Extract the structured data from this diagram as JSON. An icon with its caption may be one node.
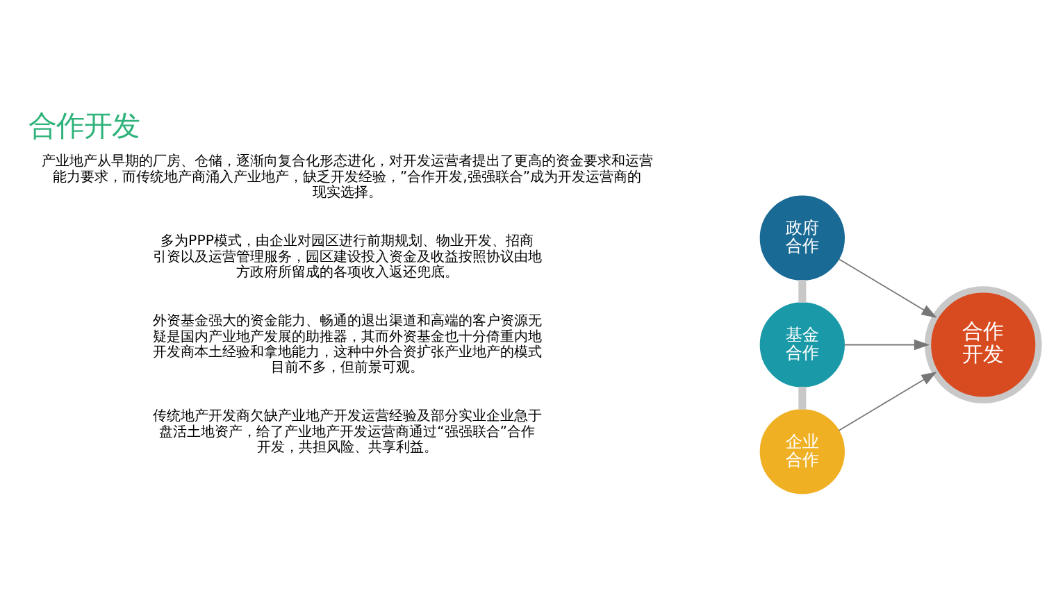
{
  "diagram": {
    "title": "合作开发",
    "nodes": [
      {
        "text": [
          "政府合作"
        ]
      },
      {
        "text": [
          "基金合作"
        ]
      },
      {
        "text": [
          "企业合作"
        ]
      },
      {
        "text": [
          "合作开发"
        ]
      }
    ],
    "edges": [
      {
        "from": 0,
        "to": 3,
        "arrow": "to"
      },
      {
        "from": 1,
        "to": 3,
        "arrow": "to"
      },
      {
        "from": 2,
        "to": 3,
        "arrow": "to"
      },
      {
        "from": 0,
        "to": 1,
        "arrow": "none",
        "style": "thick",
        "color": "#c8c8c8"
      },
      {
        "from": 1,
        "to": 2,
        "arrow": "none",
        "style": "thick",
        "color": "#c8c8c8"
      }
    ],
    "labels": [
      "产业地产从早期的厂房、仓储，逐渐向复合化形态进化，对开发运营者提出了更高的资金要求和运营能力要求，而传统地产商涌入产业地产，缺乏开发经验，”合作开发,强强联合”成为开发运营商的现实选择。",
      "多为PPP模式，由企业对园区进行前期规划、物业开发、招商引资以及运营管理服务，园区建设投入资金及收益按照协议由地方政府所留成的各项收入返还兜底。",
      "外资基金强大的资金能力、畅通的退出渠道和高端的客户资源无疑是国内产业地产发展的助推器，其而外资基金也十分倚重内地开发商本土经验和拿地能力，这种中外合资扩张产业地产的模式目前不多，但前景可观。",
      "传统地产开发商欠缺产业地产开发运营经验及部分实业企业急于盘活土地资产，给了产业地产开发运营商通过“强强联合”合作开发，共担风险、共享利益。"
    ]
  }
}
